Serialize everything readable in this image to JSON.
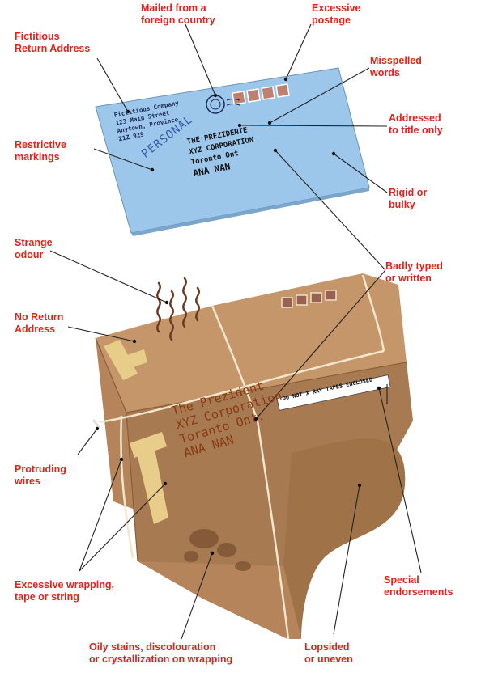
{
  "labels": {
    "mailed_foreign": "Mailed from a\nforeign country",
    "excessive_postage": "Excessive\npostage",
    "fictitious_return": "Fictitious\nReturn Address",
    "misspelled": "Misspelled\nwords",
    "addressed_title": "Addressed\nto title only",
    "restrictive": "Restrictive\nmarkings",
    "rigid": "Rigid or\nbulky",
    "strange_odour": "Strange\nodour",
    "badly_typed": "Badly typed\nor written",
    "no_return": "No Return\nAddress",
    "protruding": "Protruding\nwires",
    "excessive_wrapping": "Excessive wrapping,\ntape or string",
    "special": "Special\nendorsements",
    "oily": "Oily stains, discolouration\nor crystallization on wrapping",
    "lopsided": "Lopsided\nor uneven"
  },
  "envelope": {
    "return_1": "Fictitious Company",
    "return_2": "123 Main Street",
    "return_3": "Anytown, Province",
    "return_4": "Z1Z 9Z9",
    "marking": "PERSONAL",
    "addr_1": "THE PREZIDENTE",
    "addr_2": "XYZ CORPORATION",
    "addr_3": "Toronto Ont",
    "addr_4": "ANA NAN"
  },
  "package": {
    "addr_1": "The Prezident",
    "addr_2": "XYZ Corporation",
    "addr_3": "Toranto Ont.",
    "addr_4": "ANA NAN",
    "sticker": "DO NOT X RAY TAPES ENCLOSED"
  },
  "colors": {
    "label": "#e2231a",
    "envelope": "#9cc6ea",
    "box_top": "#c4966a",
    "box_front": "#b5845a",
    "box_side": "#a87a52",
    "tape": "#e8cc8a",
    "ink_blue": "#1a2a5a",
    "ink_brown": "#8a3a12"
  }
}
